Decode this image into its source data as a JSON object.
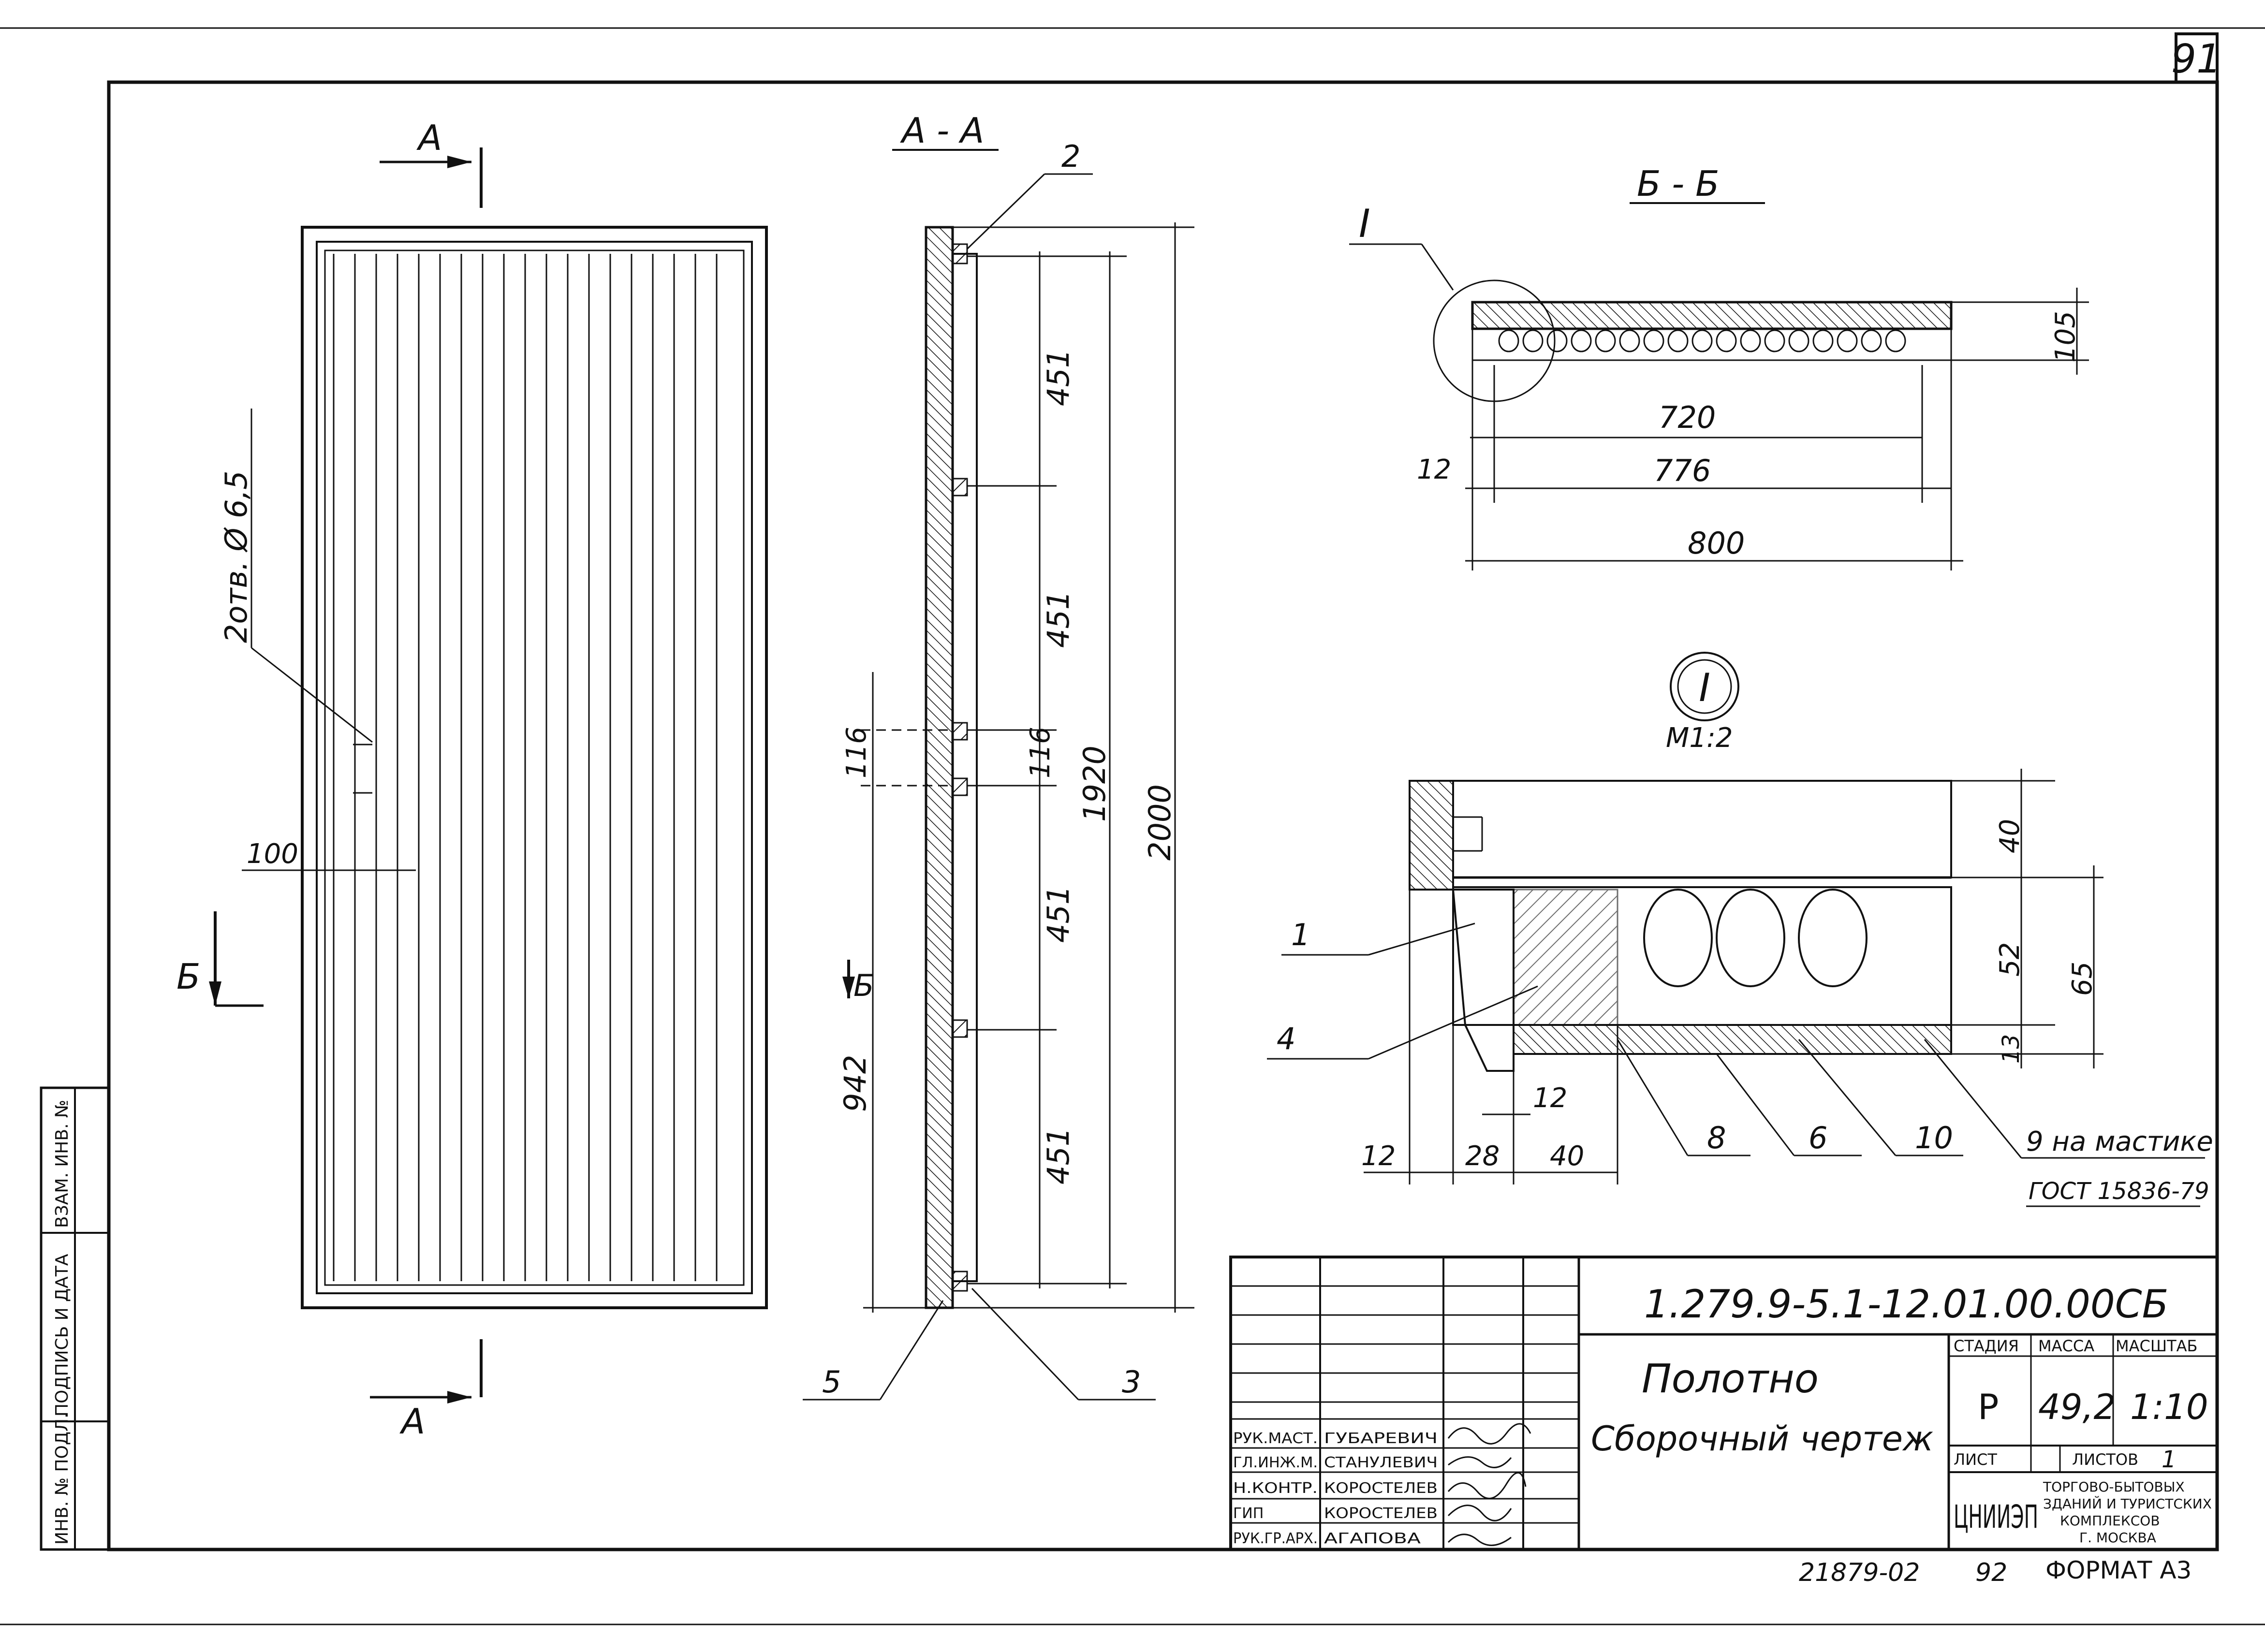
{
  "sheet": {
    "page_number": "91",
    "drawing_code": "1.279.9-5.1-12.01.00.00СБ",
    "title_line1": "Полотно",
    "title_line2": "Сборочный чертеж",
    "stage_label": "СТАДИЯ",
    "mass_label": "МАССА",
    "scale_label": "МАСШТАБ",
    "stage": "Р",
    "mass": "49,2",
    "scale": "1:10",
    "sheet_label": "ЛИСТ",
    "sheets_label": "ЛИСТОВ",
    "sheets_count": "1",
    "org_logo": "ЦНИИЭП",
    "org_line1": "ТОРГОВО-БЫТОВЫХ",
    "org_line2": "ЗДАНИЙ И ТУРИСТСКИХ",
    "org_line3": "КОМПЛЕКСОВ",
    "org_line4": "Г. МОСКВА",
    "bottom_left": "21879-02",
    "bottom_mid": "92",
    "format": "ФОРМАТ А3"
  },
  "signatures": [
    {
      "role": "РУК.МАСТ.",
      "name": "ГУБАРЕВИЧ"
    },
    {
      "role": "ГЛ.ИНЖ.М.",
      "name": "СТАНУЛЕВИЧ"
    },
    {
      "role": "Н.КОНТР.",
      "name": "КОРОСТЕЛЕВ"
    },
    {
      "role": "ГИП",
      "name": "КОРОСТЕЛЕВ"
    },
    {
      "role": "РУК.ГР.АРХ.",
      "name": "АГАПОВА"
    }
  ],
  "side_stamp": [
    "ИНВ. № ПОДЛ.",
    "ПОДПИСЬ И ДАТА",
    "ВЗАМ. ИНВ. №"
  ],
  "views": {
    "front": {
      "cut_label_top": "А",
      "cut_label_bottom": "А",
      "cut_label_side": "Б",
      "hole_note": "2отв. Ø 6,5",
      "dim_100": "100"
    },
    "section_aa": {
      "title": "А - А",
      "dims": [
        "451",
        "451",
        "116",
        "116",
        "451",
        "451",
        "1920",
        "2000",
        "942"
      ],
      "cut_label": "Б",
      "callouts": [
        "2",
        "5",
        "3"
      ]
    },
    "section_bb": {
      "title": "Б - Б",
      "detail_ref": "I",
      "dims": [
        "105",
        "720",
        "12",
        "776",
        "800"
      ]
    },
    "detail_1": {
      "label": "I",
      "scale": "М1:2",
      "dims": [
        "40",
        "52",
        "65",
        "13",
        "12",
        "12",
        "28",
        "40"
      ],
      "callouts": [
        "1",
        "4",
        "8",
        "6",
        "10"
      ],
      "note": "9 на мастике",
      "standard": "ГОСТ 15836-79"
    }
  }
}
